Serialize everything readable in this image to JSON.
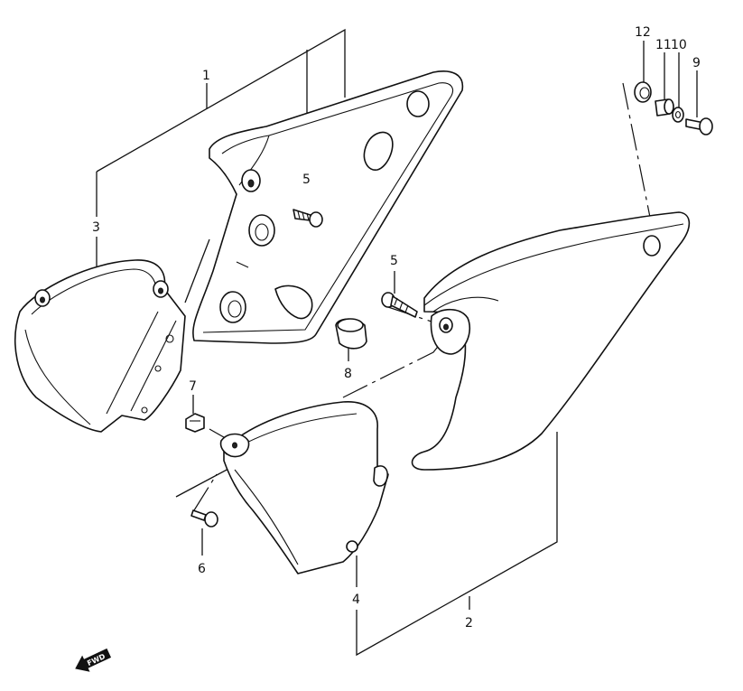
{
  "callouts": {
    "c1": "1",
    "c2": "2",
    "c3": "3",
    "c4": "4",
    "c5a": "5",
    "c5b": "5",
    "c6": "6",
    "c7": "7",
    "c8": "8",
    "c9": "9",
    "c10": "10",
    "c11": "11",
    "c12": "12"
  },
  "fwd_label": "FWD"
}
